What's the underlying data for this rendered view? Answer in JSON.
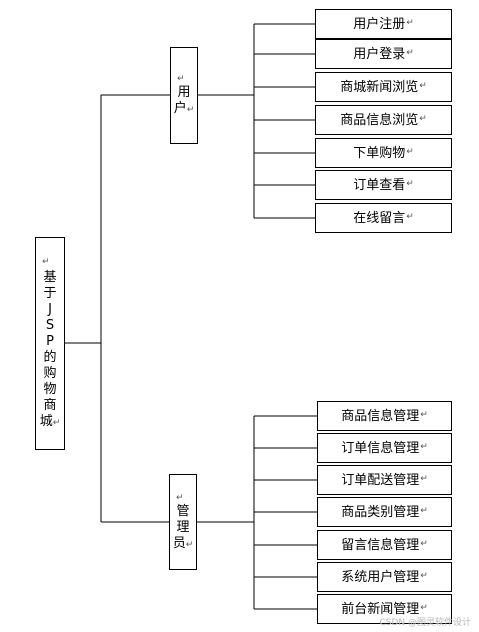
{
  "paragraph_mark": "↵",
  "root": {
    "chars": [
      "基",
      "于",
      "J",
      "S",
      "P",
      "的",
      "购",
      "物",
      "商",
      "城"
    ]
  },
  "branches": [
    {
      "id": "user",
      "chars": [
        "用",
        "户"
      ],
      "items": [
        "用户注册",
        "用户登录",
        "商城新闻浏览",
        "商品信息浏览",
        "下单购物",
        "订单查看",
        "在线留言"
      ]
    },
    {
      "id": "admin",
      "chars": [
        "管",
        "理",
        "员"
      ],
      "items": [
        "商品信息管理",
        "订单信息管理",
        "订单配送管理",
        "商品类别管理",
        "留言信息管理",
        "系统用户管理",
        "前台新闻管理"
      ]
    }
  ],
  "watermark": "CSDN @图灵软件设计"
}
